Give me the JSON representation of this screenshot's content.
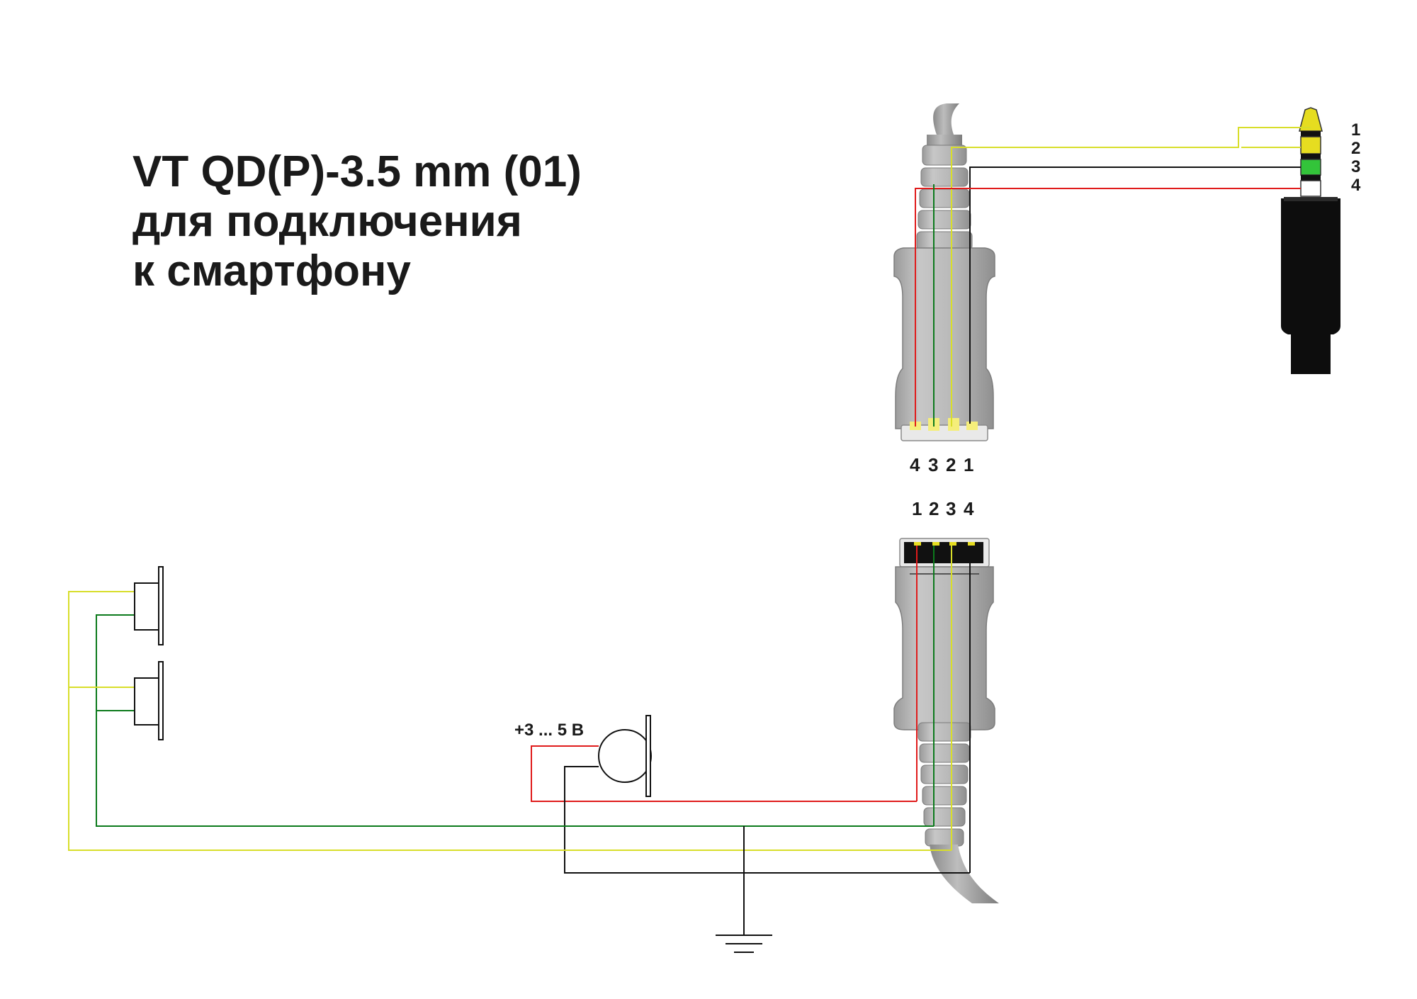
{
  "title": {
    "line1": "VT QD(P)-3.5 mm (01)",
    "line2": "для подключения",
    "line3": "к смартфону"
  },
  "jack_pins": [
    "1",
    "2",
    "3",
    "4"
  ],
  "qd_female_pins": [
    "4",
    "3",
    "2",
    "1"
  ],
  "qd_male_pins": [
    "1",
    "2",
    "3",
    "4"
  ],
  "mic_voltage_label": "+3 ... 5 В",
  "colors": {
    "yellow": "#d8de2a",
    "green": "#0c7a1c",
    "black": "#111111",
    "red": "#e01b1b",
    "connector_gray": "#b3b3b3"
  }
}
